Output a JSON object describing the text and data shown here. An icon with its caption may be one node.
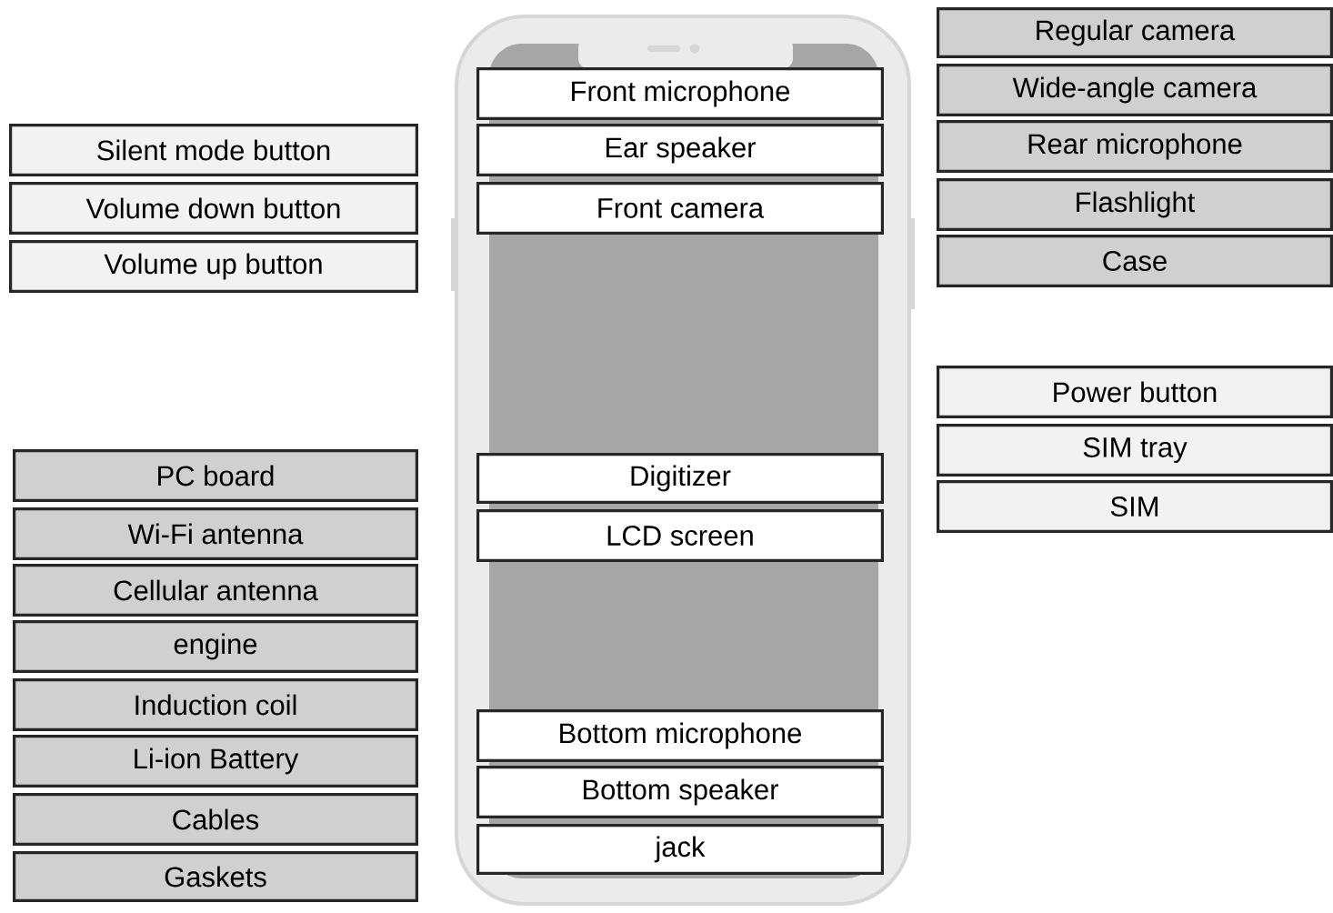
{
  "diagram": {
    "nodes": [
      {
        "text": [
          "Silent mode button"
        ]
      },
      {
        "text": [
          "Volume down button"
        ]
      },
      {
        "text": [
          "Volume up button"
        ]
      },
      {
        "text": [
          "Front microphone"
        ]
      },
      {
        "text": [
          "Ear speaker"
        ]
      },
      {
        "text": [
          "Front camera"
        ]
      },
      {
        "text": [
          "Regular camera"
        ]
      },
      {
        "text": [
          "Wide-angle camera"
        ]
      },
      {
        "text": [
          "Rear microphone"
        ]
      },
      {
        "text": [
          "Flashlight"
        ]
      },
      {
        "text": [
          "Case"
        ]
      },
      {
        "text": [
          "Power button"
        ]
      },
      {
        "text": [
          "SIM tray"
        ]
      },
      {
        "text": [
          "SIM"
        ]
      },
      {
        "text": [
          "PC board"
        ]
      },
      {
        "text": [
          "Wi-Fi antenna"
        ]
      },
      {
        "text": [
          "Cellular antenna"
        ]
      },
      {
        "text": [
          "engine"
        ]
      },
      {
        "text": [
          "Induction coil"
        ]
      },
      {
        "text": [
          "Li-ion Battery"
        ]
      },
      {
        "text": [
          "Cables"
        ]
      },
      {
        "text": [
          "Gaskets"
        ]
      },
      {
        "text": [
          "Digitizer"
        ]
      },
      {
        "text": [
          "LCD screen"
        ]
      },
      {
        "text": [
          "Bottom microphone"
        ]
      },
      {
        "text": [
          "Bottom speaker"
        ]
      },
      {
        "text": [
          "jack"
        ]
      }
    ]
  }
}
